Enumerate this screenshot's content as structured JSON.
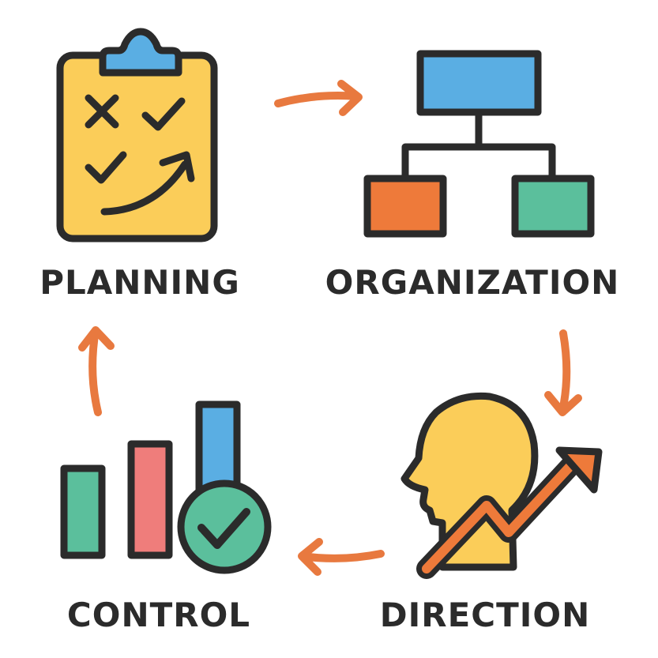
{
  "stages": {
    "planning": {
      "label": "PLANNING"
    },
    "organization": {
      "label": "ORGANIZATION"
    },
    "direction": {
      "label": "DIRECTION"
    },
    "control": {
      "label": "CONTROL"
    }
  },
  "icons": {
    "planning": "clipboard-checklist-icon",
    "organization": "org-chart-icon",
    "direction": "head-growth-arrow-icon",
    "control": "bar-chart-checkmark-icon"
  },
  "colors": {
    "outline": "#2b2b2b",
    "arrow": "#e8793f",
    "yellow": "#fbcd59",
    "blue": "#5aaee3",
    "orange": "#ee7a3a",
    "green": "#5bbf9c",
    "red": "#ef7d7b"
  }
}
